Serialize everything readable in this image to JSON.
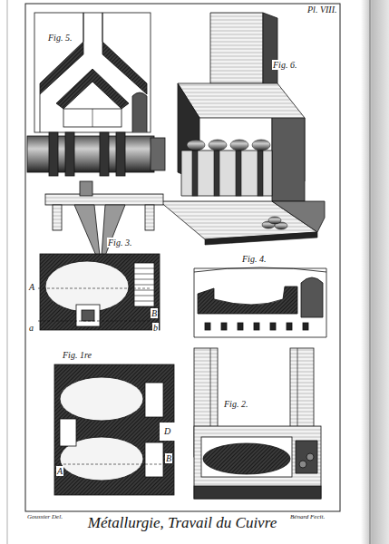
{
  "diagram": {
    "title": "Métallurgie, Travail du Cuivre",
    "labels": [
      "Pl. VIII.",
      "Fig. 5.",
      "Fig. 6.",
      "Fig. 3.",
      "Fig. 4.",
      "Fig. 1re",
      "Fig. 2.",
      "A",
      "B",
      "a",
      "b",
      "A",
      "B",
      "D",
      "Goussier Del.",
      "Bénard Fecit."
    ]
  }
}
